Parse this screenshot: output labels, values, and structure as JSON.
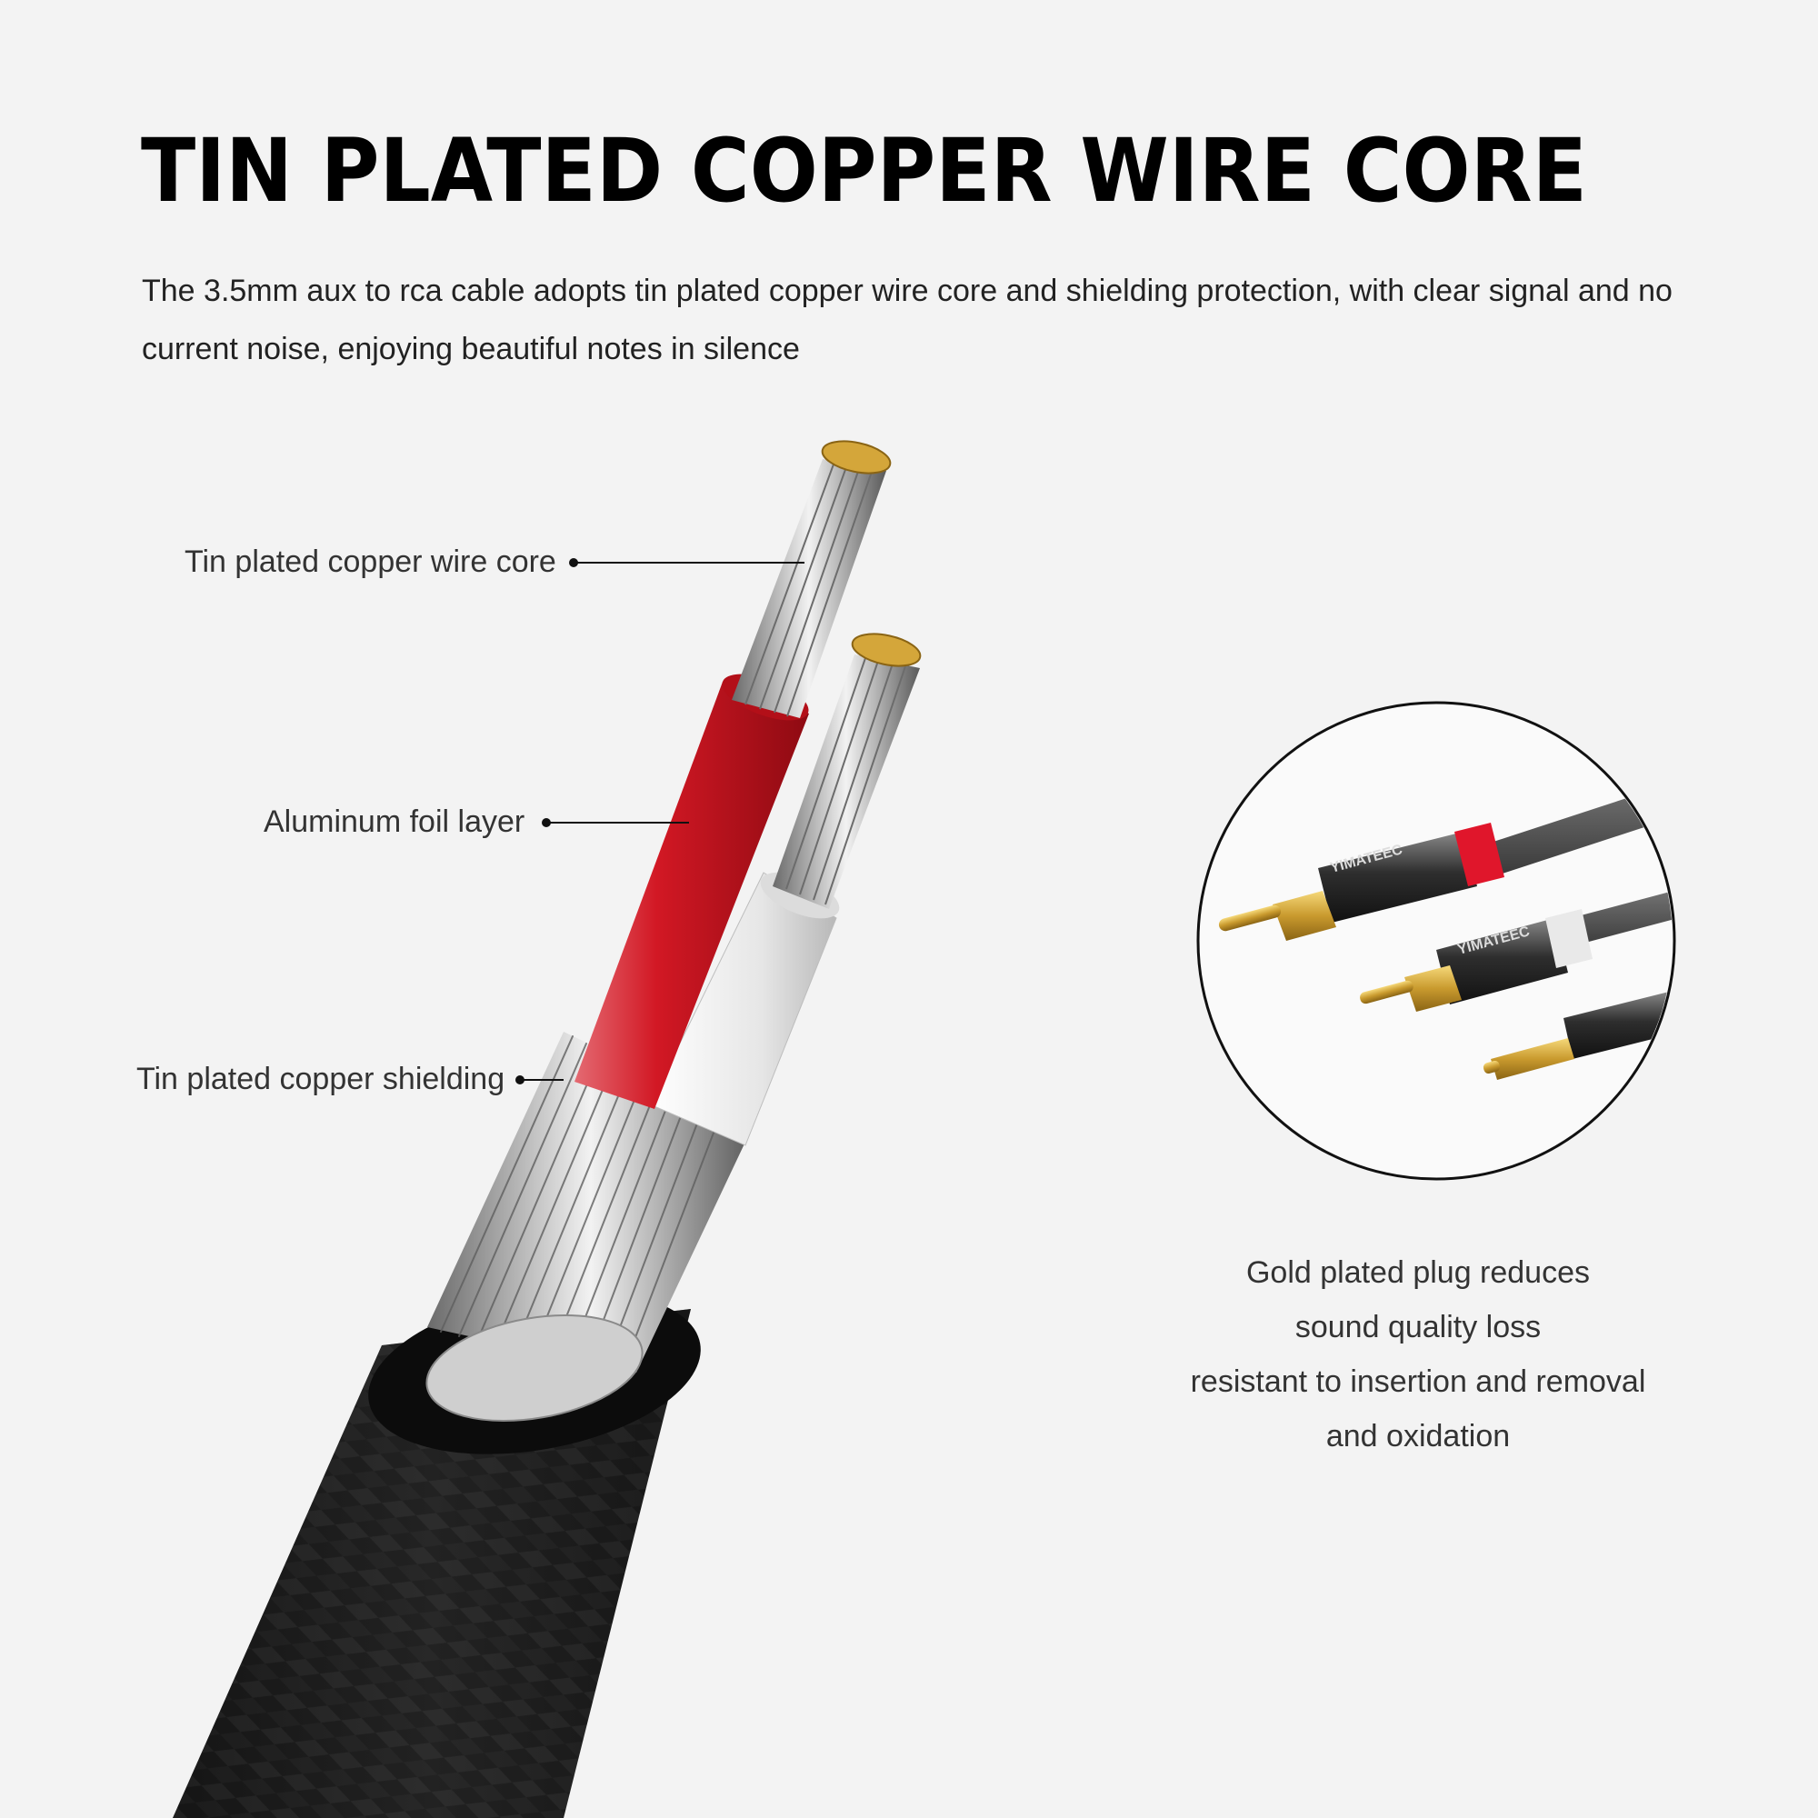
{
  "header": {
    "title": "TIN PLATED COPPER WIRE CORE",
    "subtitle": "The 3.5mm aux to rca cable adopts tin plated copper wire core and shielding protection, with clear signal and no current noise, enjoying beautiful notes in silence"
  },
  "callouts": {
    "core": "Tin plated copper wire core",
    "foil": "Aluminum foil layer",
    "shielding": "Tin plated copper shielding"
  },
  "plug_inset": {
    "brand_text": "YIMATEEC",
    "lines": [
      "Gold plated plug reduces",
      "sound quality loss",
      "resistant to insertion and removal",
      "and oxidation"
    ]
  },
  "colors": {
    "background": "#f3f3f3",
    "red_insulation": "#c8101a",
    "white_insulation": "#e8e8e8",
    "jacket": "#1a1a1a",
    "gold": "#d4a63a"
  }
}
